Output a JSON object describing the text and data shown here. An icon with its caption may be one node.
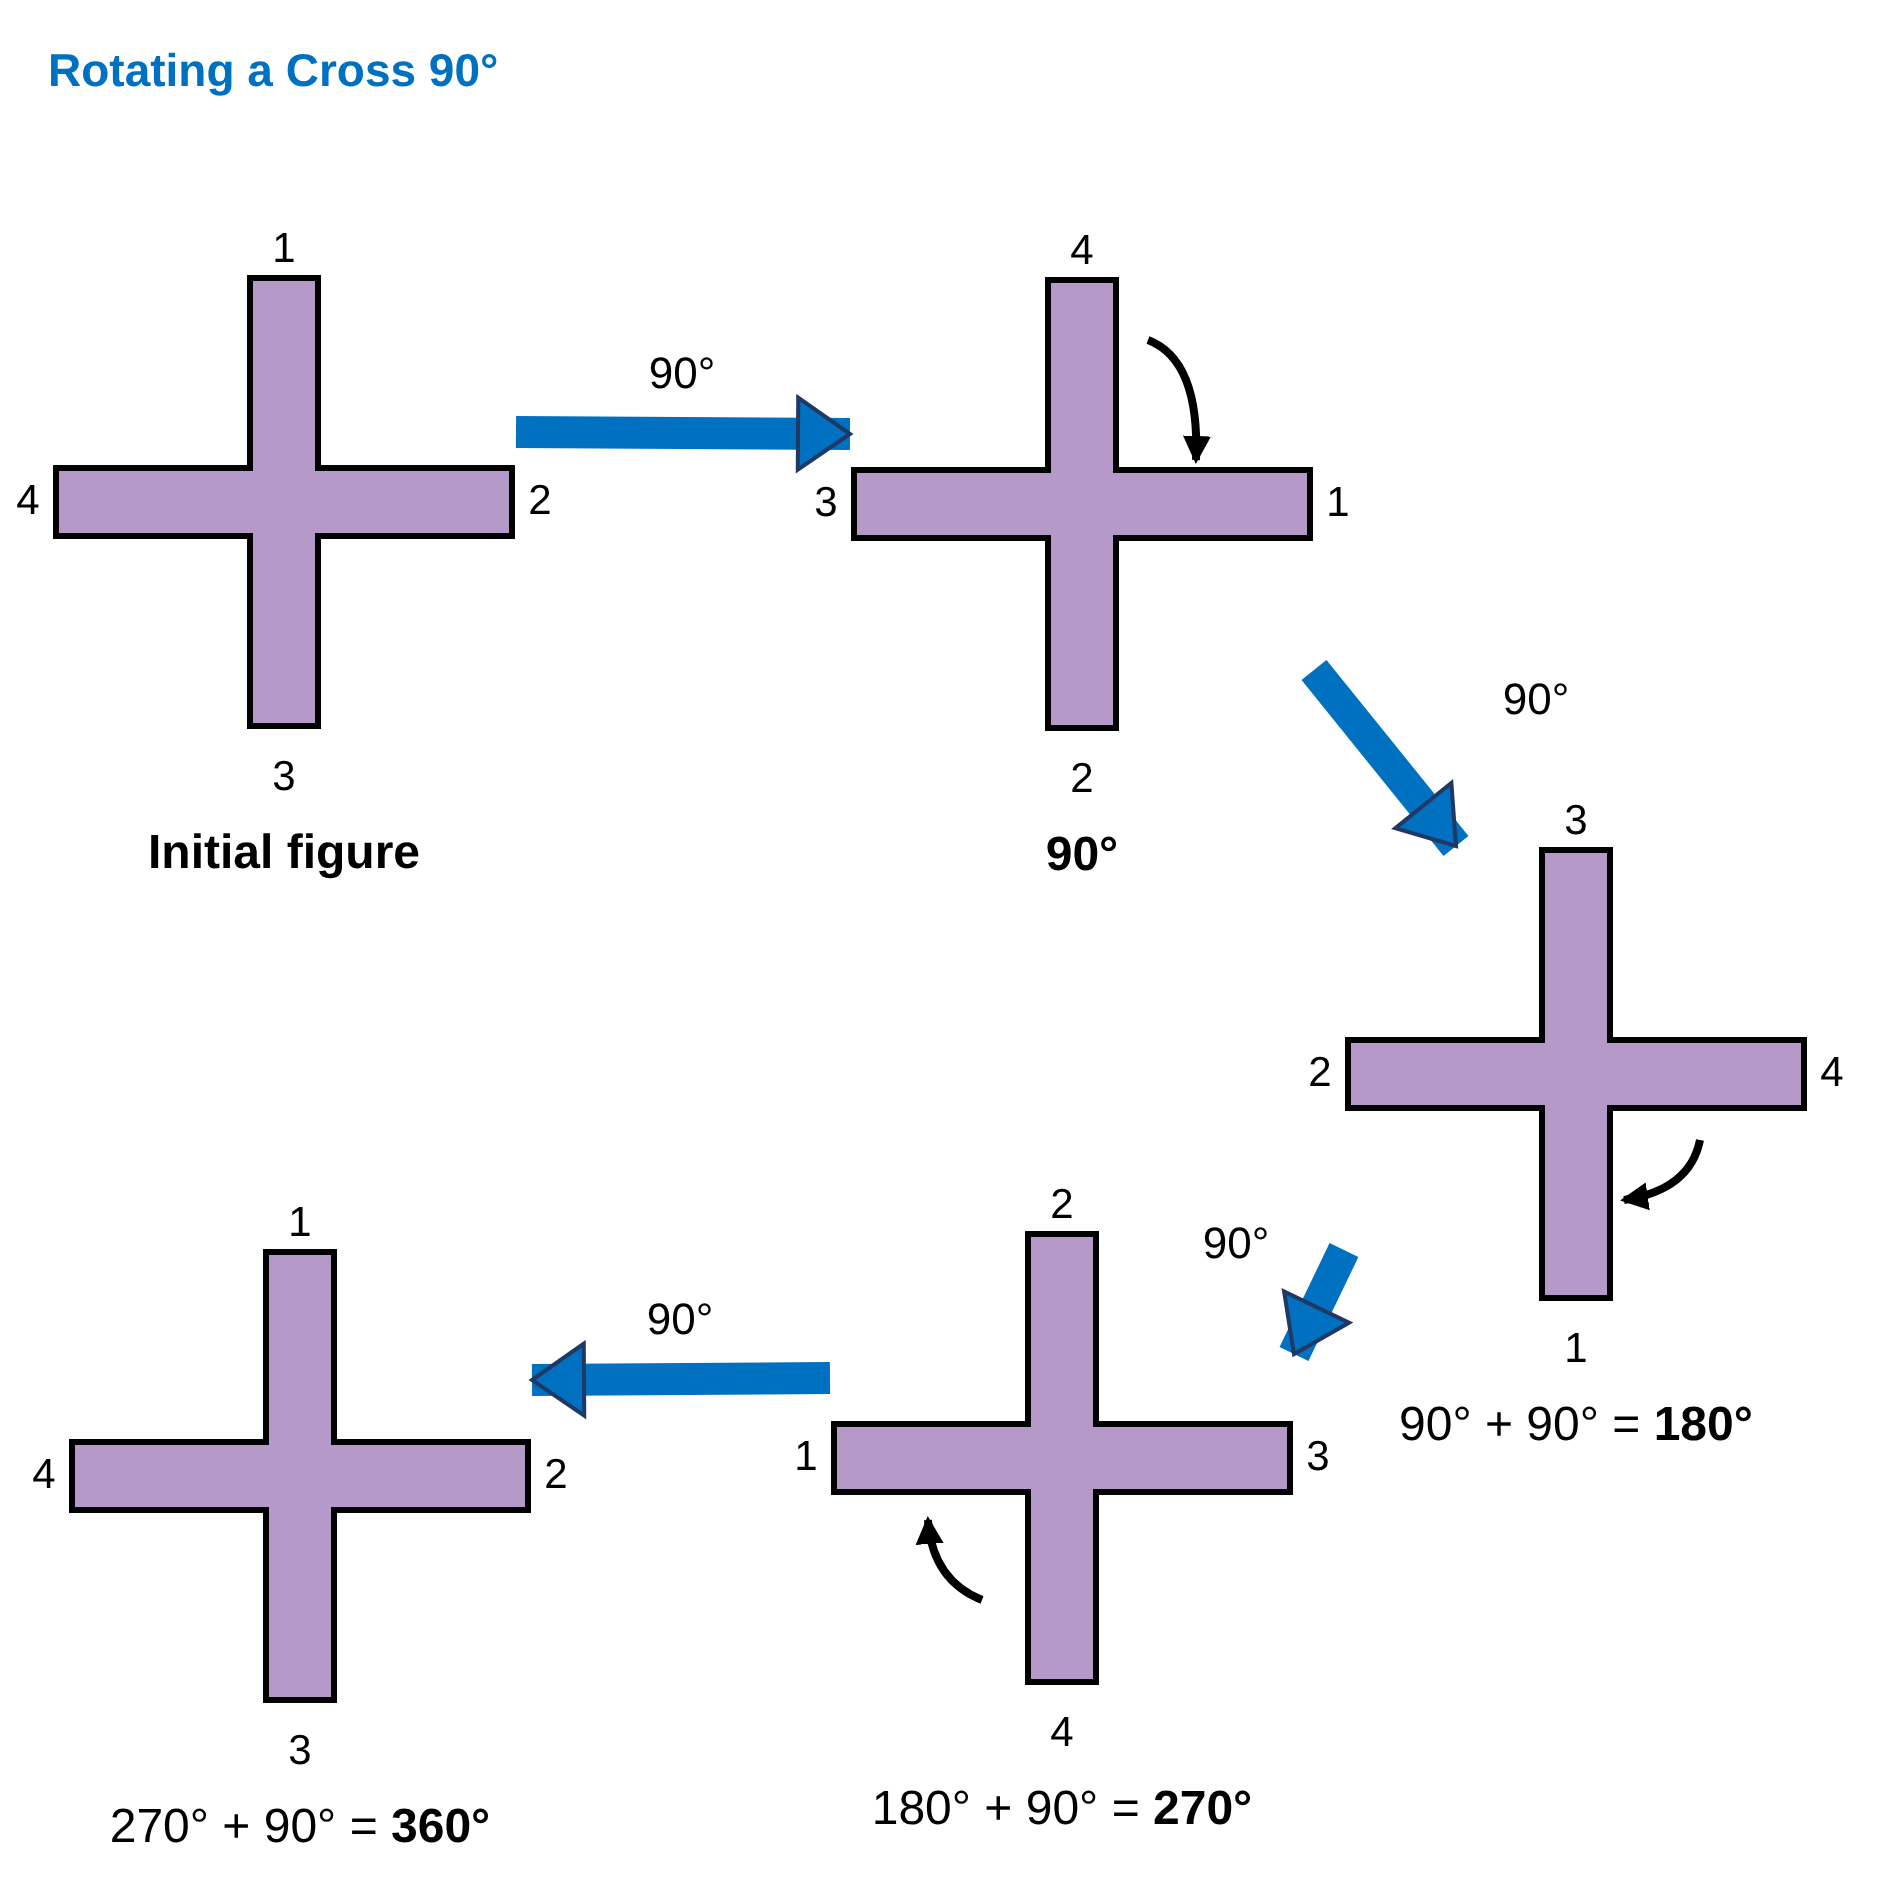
{
  "diagram": {
    "title": "Rotating a Cross 90°",
    "nodes": [
      {
        "text": [],
        "shape": "cross",
        "beside": [
          "1",
          "4",
          "2",
          "3",
          "Initial figure"
        ]
      },
      {
        "text": [],
        "shape": "cross",
        "beside": [
          "4",
          "3",
          "1",
          "2",
          "90°"
        ]
      },
      {
        "text": [],
        "shape": "cross",
        "beside": [
          "3",
          "2",
          "4",
          "1",
          "90° + 90° = **180°**"
        ]
      },
      {
        "text": [],
        "shape": "cross",
        "beside": [
          "2",
          "1",
          "3",
          "4",
          "180° + 90° = **270°**"
        ]
      },
      {
        "text": [],
        "shape": "cross",
        "beside": [
          "1",
          "4",
          "2",
          "3",
          "270° + 90° = **360°**"
        ]
      }
    ],
    "edges": [
      {
        "from": 0,
        "to": 1,
        "arrow": "to",
        "label": "90°"
      },
      {
        "from": 1,
        "to": 2,
        "arrow": "to",
        "label": "90°"
      },
      {
        "from": 2,
        "to": 3,
        "arrow": "to",
        "label": "90°"
      },
      {
        "from": 3,
        "to": 4,
        "arrow": "to",
        "label": "90°"
      }
    ]
  }
}
